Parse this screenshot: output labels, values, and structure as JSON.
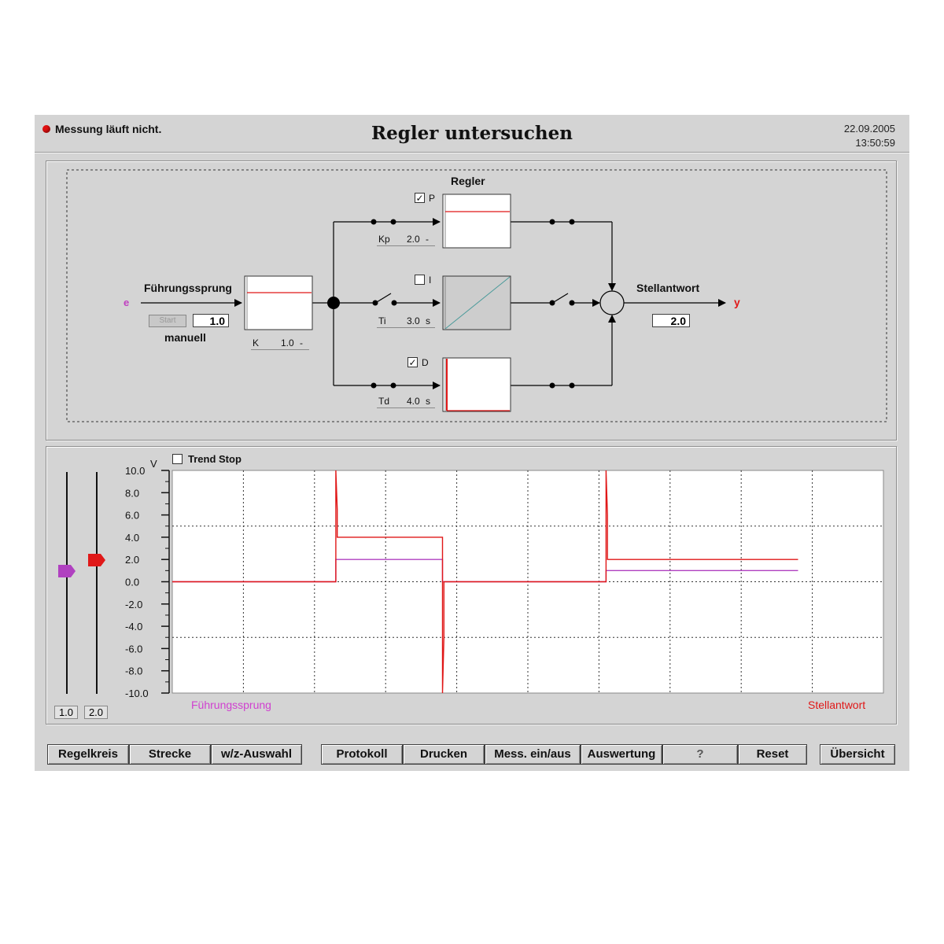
{
  "header": {
    "status": "Messung läuft nicht.",
    "title": "Regler untersuchen",
    "date": "22.09.2005",
    "time": "13:50:59",
    "status_color": "#e01010"
  },
  "diagram": {
    "regler_label": "Regler",
    "fuehrung_label": "Führungssprung",
    "e_label": "e",
    "start_label": "Start",
    "step_value": "1.0",
    "manual_label": "manuell",
    "k_label": "K",
    "k_value": "1.0",
    "k_unit": "-",
    "stell_label": "Stellantwort",
    "y_label": "y",
    "y_value": "2.0",
    "p": {
      "label": "P",
      "checked": true,
      "param": "Kp",
      "value": "2.0",
      "unit": "-"
    },
    "i": {
      "label": "I",
      "checked": false,
      "param": "Ti",
      "value": "3.0",
      "unit": "s"
    },
    "d": {
      "label": "D",
      "checked": true,
      "param": "Td",
      "value": "4.0",
      "unit": "s"
    }
  },
  "trend": {
    "checkbox_label": "Trend Stop",
    "checked": false,
    "unit": "V",
    "slider_values": [
      "1.0",
      "2.0"
    ],
    "legend_left": "Führungssprung",
    "legend_right": "Stellantwort",
    "colors": {
      "fuehrung": "#b040c0",
      "stell": "#e01818"
    }
  },
  "chart_data": {
    "type": "line",
    "title": "",
    "xlabel": "",
    "ylabel": "V",
    "ylim": [
      -10,
      10
    ],
    "y_ticks": [
      "10.0",
      "8.0",
      "6.0",
      "4.0",
      "2.0",
      "0.0",
      "-2.0",
      "-4.0",
      "-6.0",
      "-8.0",
      "-10.0"
    ],
    "xlim": [
      0,
      100
    ],
    "grid": true,
    "series": [
      {
        "name": "Führungssprung",
        "color": "#b040c0",
        "x": [
          0,
          23,
          23,
          38,
          38,
          61,
          61,
          88
        ],
        "y": [
          0,
          0,
          2,
          2,
          0,
          0,
          1,
          1
        ]
      },
      {
        "name": "Stellantwort",
        "color": "#e01818",
        "x": [
          0,
          23,
          23,
          23.2,
          23.2,
          38,
          38,
          38.2,
          38.2,
          61,
          61,
          61.2,
          61.2,
          88
        ],
        "y": [
          0,
          0,
          10,
          6.5,
          4,
          4,
          -10,
          -5,
          0,
          0,
          10,
          6,
          2,
          2
        ]
      }
    ]
  },
  "buttons": [
    "Regelkreis",
    "Strecke",
    "w/z-Auswahl",
    "Protokoll",
    "Drucken",
    "Mess. ein/aus",
    "Auswertung",
    "?",
    "Reset",
    "Übersicht"
  ]
}
